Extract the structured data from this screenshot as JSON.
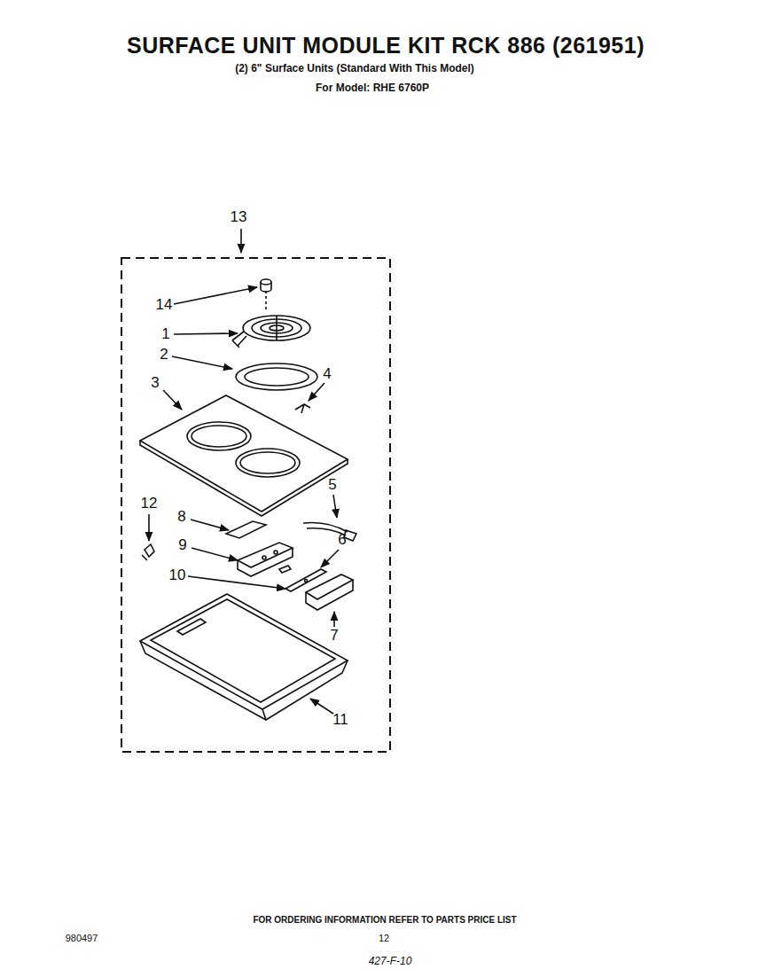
{
  "diagram": {
    "title": "SURFACE UNIT MODULE KIT RCK 886 (261951)",
    "labels": [
      "(2) 6\" Surface Units (Standard With This Model)",
      "For Model: RHE 6760P",
      "13",
      "14",
      "1",
      "2",
      "4",
      "3",
      "12",
      "8",
      "5",
      "9",
      "6",
      "10",
      "7",
      "11",
      "FOR ORDERING INFORMATION REFER TO PARTS PRICE LIST",
      "980497",
      "12",
      "427-F-10"
    ]
  }
}
